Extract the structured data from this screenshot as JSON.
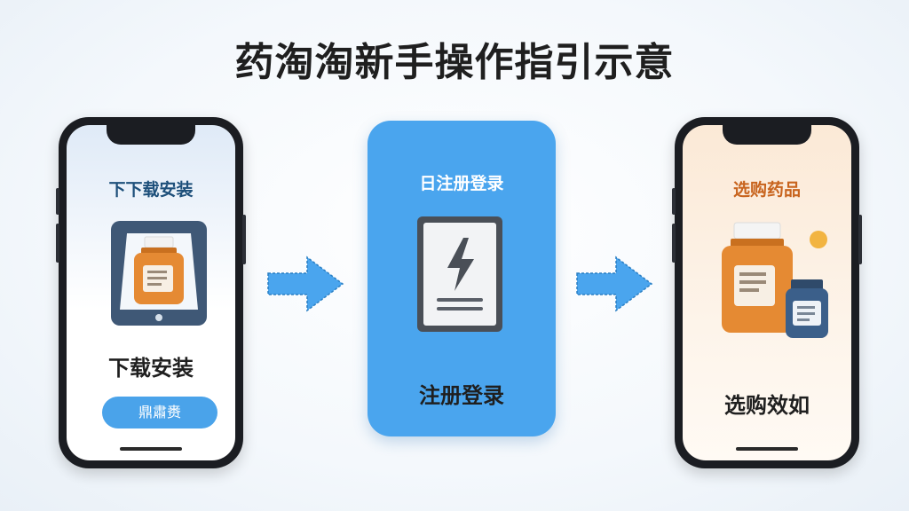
{
  "title": "药淘淘新手操作指引示意",
  "steps": [
    {
      "heading": "下下载安装",
      "caption": "下载安装",
      "button_label": "鼎肅赉"
    },
    {
      "heading": "日注册登录",
      "caption": "注册登录"
    },
    {
      "heading": "选购药品",
      "caption": "选购效如"
    }
  ],
  "colors": {
    "accent_blue": "#4aa5ee",
    "heading_blue": "#1d4f7a",
    "heading_orange": "#c8641e",
    "bottle_orange": "#e58a33",
    "bottle_navy": "#3b5f8a"
  },
  "icons": [
    "tablet-icon",
    "medicine-bottle-icon",
    "lightning-document-icon",
    "medicine-bottles-icon",
    "coin-icon",
    "arrow-right-icon"
  ]
}
